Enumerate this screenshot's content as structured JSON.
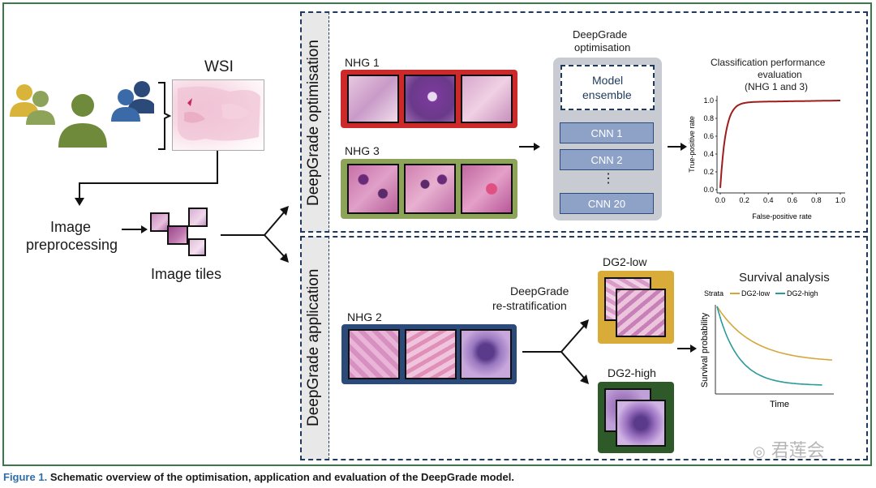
{
  "wsi_label": "WSI",
  "preprocessing": {
    "line1": "Image",
    "line2": "preprocessing"
  },
  "tiles_label": "Image tiles",
  "optimisation": {
    "side_label": "DeepGrade optimisation",
    "nhg1": "NHG 1",
    "nhg3": "NHG 3",
    "title_line1": "DeepGrade",
    "title_line2": "optimisation",
    "model_ensemble_line1": "Model",
    "model_ensemble_line2": "ensemble",
    "cnns": [
      "CNN 1",
      "CNN 2",
      "CNN 20"
    ],
    "ellipsis": "⋮"
  },
  "roc": {
    "title_line1": "Classification performance",
    "title_line2": "evaluation",
    "title_line3": "(NHG 1 and 3)",
    "xlabel": "False-positive rate",
    "ylabel": "True-positive rate",
    "xticks": [
      "0.0",
      "0.2",
      "0.4",
      "0.6",
      "0.8",
      "1.0"
    ],
    "yticks": [
      "0.0",
      "0.2",
      "0.4",
      "0.6",
      "0.8",
      "1.0"
    ]
  },
  "application": {
    "side_label": "DeepGrade application",
    "nhg2": "NHG 2",
    "restrat_line1": "DeepGrade",
    "restrat_line2": "re-stratification",
    "dg2low": "DG2-low",
    "dg2high": "DG2-high"
  },
  "survival": {
    "title": "Survival analysis",
    "strata_label": "Strata",
    "legend_low": "DG2-low",
    "legend_high": "DG2-high",
    "ylabel": "Survival probability",
    "xlabel": "Time"
  },
  "caption": {
    "label": "Figure 1.",
    "text": "Schematic overview of the optimisation, application and evaluation of the DeepGrade model."
  },
  "watermark": "君莲会",
  "colors": {
    "nhg1_border": "#cc2a2a",
    "nhg3_border": "#8ea35a",
    "nhg2_border": "#2b4a7a",
    "dg2low_border": "#d9ac3a",
    "dg2high_border": "#2e5a2a",
    "roc_curve": "#a01c1c",
    "surv_low": "#d4a73a",
    "surv_high": "#2a9a9a",
    "frame": "#3a7a4a"
  }
}
